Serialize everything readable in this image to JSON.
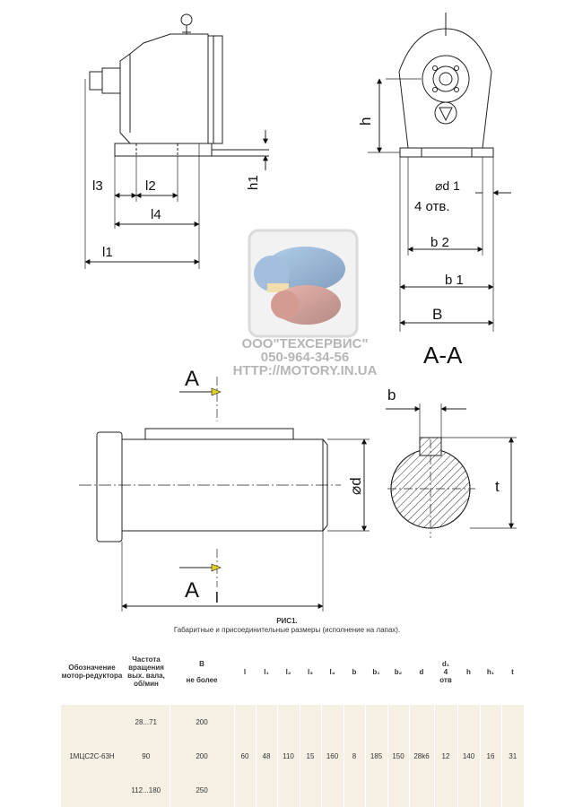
{
  "drawing": {
    "top_view_labels": {
      "l3": "l3",
      "l2": "l2",
      "l4": "l4",
      "l1": "l1",
      "h1": "h1"
    },
    "side_view_labels": {
      "h": "h",
      "d1": "⌀d 1",
      "holes": "4 отв.",
      "b2": "b 2",
      "b1": "b 1",
      "B": "B",
      "section": "A-A"
    },
    "front_view_labels": {
      "A_top": "A",
      "A_bottom": "A",
      "l": "l",
      "d": "⌀d"
    },
    "shaft_section_labels": {
      "b": "b",
      "t": "t"
    },
    "watermark": {
      "company": "ООО\"ТЕХСЕРВИС\"",
      "phone": "050-964-34-56",
      "url": "HTTP://MOTORY.IN.UA"
    }
  },
  "caption": {
    "title": "РИС1.",
    "subtitle": "Габаритные и присоединительные размеры (исполнение на лапах)."
  },
  "table": {
    "headers": {
      "designation": "Обозначение мотор-редуктора",
      "speed": "Частота вращения вых. вала, об/мин",
      "B_line1": "B",
      "B_line2": "не более",
      "l": "l",
      "l1": "l₁",
      "l2": "l₂",
      "l3": "l₃",
      "l4": "l₄",
      "b": "b",
      "b1": "b₁",
      "b2": "b₂",
      "d": "d",
      "d1_line1": "d₁",
      "d1_line2": "4",
      "d1_line3": "отв",
      "h": "h",
      "h1": "h₁",
      "t": "t"
    },
    "model": "1МЦС2С-63Н",
    "rows": [
      {
        "speed": "28...71",
        "B": "200"
      },
      {
        "speed": "90",
        "B": "200"
      },
      {
        "speed": "112...180",
        "B": "250"
      }
    ],
    "dims": {
      "l": "60",
      "l1": "48",
      "l2": "110",
      "l3": "15",
      "l4": "160",
      "b": "8",
      "b1": "185",
      "b2": "150",
      "d": "28k6",
      "d1": "12",
      "h": "140",
      "h1": "16",
      "t": "31"
    }
  }
}
